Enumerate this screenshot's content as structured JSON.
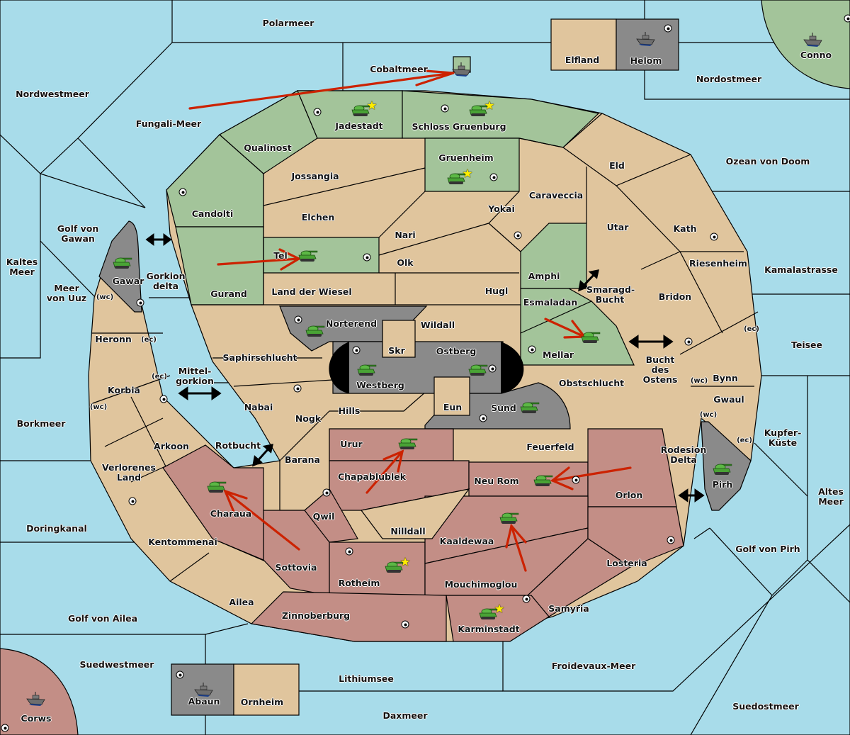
{
  "map": {
    "colors": {
      "sea": "#a8dcea",
      "neutral": "#e0c59d",
      "green_power": "#a3c49a",
      "red_power": "#c38e86",
      "gray_power": "#8a8a8a",
      "order_arrow": "#cc2200"
    },
    "sea_regions": [
      {
        "id": "polarmeer",
        "label": "Polarmeer"
      },
      {
        "id": "cobaltmeer",
        "label": "Cobaltmeer"
      },
      {
        "id": "nordwestmeer",
        "label": "Nordwestmeer"
      },
      {
        "id": "fungali-meer",
        "label": "Fungali-Meer"
      },
      {
        "id": "nordostmeer",
        "label": "Nordostmeer"
      },
      {
        "id": "ozean-von-doom",
        "label": "Ozean von Doom"
      },
      {
        "id": "golf-von-gawan",
        "label": "Golf von Gawan"
      },
      {
        "id": "kaltes-meer",
        "label": "Kaltes Meer"
      },
      {
        "id": "meer-von-uuz",
        "label": "Meer von Uuz"
      },
      {
        "id": "gorkion-delta",
        "label": "Gorkion delta"
      },
      {
        "id": "mittel-gorkion",
        "label": "Mittel-gorkion"
      },
      {
        "id": "rotbucht",
        "label": "Rotbucht"
      },
      {
        "id": "smaragd-bucht",
        "label": "Smaragd-Bucht"
      },
      {
        "id": "bucht-des-ostens",
        "label": "Bucht des Ostens"
      },
      {
        "id": "kamalastrasse",
        "label": "Kamalastrasse"
      },
      {
        "id": "teisee",
        "label": "Teisee"
      },
      {
        "id": "kupfer-kueste",
        "label": "Kupfer-Küste"
      },
      {
        "id": "altes-meer",
        "label": "Altes Meer"
      },
      {
        "id": "rodesion-delta",
        "label": "Rodesion Delta"
      },
      {
        "id": "golf-von-pirh",
        "label": "Golf von Pirh"
      },
      {
        "id": "borkmeer",
        "label": "Borkmeer"
      },
      {
        "id": "doringkanal",
        "label": "Doringkanal"
      },
      {
        "id": "golf-von-ailea",
        "label": "Golf von Ailea"
      },
      {
        "id": "suedwestmeer",
        "label": "Suedwestmeer"
      },
      {
        "id": "lithiumsee",
        "label": "Lithiumsee"
      },
      {
        "id": "daxmeer",
        "label": "Daxmeer"
      },
      {
        "id": "froidevaux-meer",
        "label": "Froidevaux-Meer"
      },
      {
        "id": "suedostmeer",
        "label": "Suedostmeer"
      }
    ],
    "land_regions": [
      {
        "id": "jadestadt",
        "label": "Jadestadt",
        "owner": "green"
      },
      {
        "id": "schloss-gruenburg",
        "label": "Schloss Gruenburg",
        "owner": "green"
      },
      {
        "id": "gruenheim",
        "label": "Gruenheim",
        "owner": "green"
      },
      {
        "id": "qualinost",
        "label": "Qualinost",
        "owner": "green"
      },
      {
        "id": "candolti",
        "label": "Candolti",
        "owner": "green"
      },
      {
        "id": "gurand",
        "label": "Gurand",
        "owner": "green"
      },
      {
        "id": "tel",
        "label": "Tel",
        "owner": "green"
      },
      {
        "id": "amphi",
        "label": "Amphi",
        "owner": "green"
      },
      {
        "id": "esmaladan",
        "label": "Esmaladan",
        "owner": "green"
      },
      {
        "id": "mellar",
        "label": "Mellar",
        "owner": "green"
      },
      {
        "id": "conno",
        "label": "Conno",
        "owner": "green"
      },
      {
        "id": "jossangia",
        "label": "Jossangia",
        "owner": "neutral"
      },
      {
        "id": "elchen",
        "label": "Elchen",
        "owner": "neutral"
      },
      {
        "id": "nari",
        "label": "Nari",
        "owner": "neutral"
      },
      {
        "id": "olk",
        "label": "Olk",
        "owner": "neutral"
      },
      {
        "id": "yokai",
        "label": "Yokai",
        "owner": "neutral"
      },
      {
        "id": "caraveccia",
        "label": "Caraveccia",
        "owner": "neutral"
      },
      {
        "id": "eld",
        "label": "Eld",
        "owner": "neutral"
      },
      {
        "id": "utar",
        "label": "Utar",
        "owner": "neutral"
      },
      {
        "id": "kath",
        "label": "Kath",
        "owner": "neutral"
      },
      {
        "id": "riesenheim",
        "label": "Riesenheim",
        "owner": "neutral"
      },
      {
        "id": "bridon",
        "label": "Bridon",
        "owner": "neutral"
      },
      {
        "id": "bynn",
        "label": "Bynn",
        "owner": "neutral"
      },
      {
        "id": "gwaul",
        "label": "Gwaul",
        "owner": "neutral"
      },
      {
        "id": "hugl",
        "label": "Hugl",
        "owner": "neutral"
      },
      {
        "id": "land-der-wiesel",
        "label": "Land der Wiesel",
        "owner": "neutral"
      },
      {
        "id": "wildall",
        "label": "Wildall",
        "owner": "neutral"
      },
      {
        "id": "skr",
        "label": "Skr",
        "owner": "neutral"
      },
      {
        "id": "eun",
        "label": "Eun",
        "owner": "neutral"
      },
      {
        "id": "saphirschlucht",
        "label": "Saphirschlucht",
        "owner": "neutral"
      },
      {
        "id": "nabai",
        "label": "Nabai",
        "owner": "neutral"
      },
      {
        "id": "nogk",
        "label": "Nogk",
        "owner": "neutral"
      },
      {
        "id": "hills",
        "label": "Hills",
        "owner": "neutral"
      },
      {
        "id": "barana",
        "label": "Barana",
        "owner": "neutral"
      },
      {
        "id": "obstschlucht",
        "label": "Obstschlucht",
        "owner": "neutral"
      },
      {
        "id": "feuerfeld",
        "label": "Feuerfeld",
        "owner": "neutral"
      },
      {
        "id": "nilldall",
        "label": "Nilldall",
        "owner": "neutral"
      },
      {
        "id": "heronn",
        "label": "Heronn",
        "owner": "neutral"
      },
      {
        "id": "korbia",
        "label": "Korbia",
        "owner": "neutral"
      },
      {
        "id": "arkoon",
        "label": "Arkoon",
        "owner": "neutral"
      },
      {
        "id": "verlorenes-land",
        "label": "Verlorenes Land",
        "owner": "neutral"
      },
      {
        "id": "kentommenai",
        "label": "Kentommenai",
        "owner": "neutral"
      },
      {
        "id": "ailea",
        "label": "Ailea",
        "owner": "neutral"
      },
      {
        "id": "elfland",
        "label": "Elfland",
        "owner": "neutral"
      },
      {
        "id": "ornheim",
        "label": "Ornheim",
        "owner": "neutral"
      },
      {
        "id": "norterend",
        "label": "Norterend",
        "owner": "gray"
      },
      {
        "id": "westberg",
        "label": "Westberg",
        "owner": "gray"
      },
      {
        "id": "ostberg",
        "label": "Ostberg",
        "owner": "gray"
      },
      {
        "id": "sund",
        "label": "Sund",
        "owner": "gray"
      },
      {
        "id": "gawar",
        "label": "Gawar",
        "owner": "gray"
      },
      {
        "id": "pirh",
        "label": "Pirh",
        "owner": "gray"
      },
      {
        "id": "helom",
        "label": "Helom",
        "owner": "gray"
      },
      {
        "id": "abaun",
        "label": "Abaun",
        "owner": "gray"
      },
      {
        "id": "urur",
        "label": "Urur",
        "owner": "red"
      },
      {
        "id": "chapablublek",
        "label": "Chapablublek",
        "owner": "red"
      },
      {
        "id": "neu-rom",
        "label": "Neu Rom",
        "owner": "red"
      },
      {
        "id": "orlon",
        "label": "Orlon",
        "owner": "red"
      },
      {
        "id": "charaua",
        "label": "Charaua",
        "owner": "red"
      },
      {
        "id": "qwil",
        "label": "Qwil",
        "owner": "red"
      },
      {
        "id": "sottovia",
        "label": "Sottovia",
        "owner": "red"
      },
      {
        "id": "rotheim",
        "label": "Rotheim",
        "owner": "red"
      },
      {
        "id": "kaaldewaa",
        "label": "Kaaldewaa",
        "owner": "red"
      },
      {
        "id": "mouchimoglou",
        "label": "Mouchimoglou",
        "owner": "red"
      },
      {
        "id": "losteria",
        "label": "Losteria",
        "owner": "red"
      },
      {
        "id": "samyria",
        "label": "Samyria",
        "owner": "red"
      },
      {
        "id": "zinnoberburg",
        "label": "Zinnoberburg",
        "owner": "red"
      },
      {
        "id": "karminstadt",
        "label": "Karminstadt",
        "owner": "red"
      },
      {
        "id": "corws",
        "label": "Corws",
        "owner": "red"
      }
    ],
    "coast_labels": {
      "wc": "(wc)",
      "ec": "(ec)"
    },
    "units": [
      {
        "type": "army",
        "region": "Jadestadt",
        "home": true
      },
      {
        "type": "army",
        "region": "Schloss Gruenburg",
        "home": true
      },
      {
        "type": "army",
        "region": "Gruenheim",
        "home": true
      },
      {
        "type": "army",
        "region": "Tel"
      },
      {
        "type": "army",
        "region": "Mellar"
      },
      {
        "type": "army",
        "region": "Gawar"
      },
      {
        "type": "army",
        "region": "Norterend"
      },
      {
        "type": "army",
        "region": "Westberg"
      },
      {
        "type": "army",
        "region": "Ostberg"
      },
      {
        "type": "army",
        "region": "Sund"
      },
      {
        "type": "army",
        "region": "Pirh"
      },
      {
        "type": "army",
        "region": "Urur"
      },
      {
        "type": "army",
        "region": "Neu Rom"
      },
      {
        "type": "army",
        "region": "Charaua"
      },
      {
        "type": "army",
        "region": "Kaaldewaa"
      },
      {
        "type": "army",
        "region": "Rotheim",
        "home": true
      },
      {
        "type": "army",
        "region": "Karminstadt",
        "home": true
      },
      {
        "type": "fleet",
        "region": "Cobaltmeer"
      },
      {
        "type": "fleet",
        "region": "Helom"
      },
      {
        "type": "fleet",
        "region": "Conno"
      },
      {
        "type": "fleet",
        "region": "Abaun"
      },
      {
        "type": "fleet",
        "region": "Corws"
      }
    ],
    "orders": [
      {
        "from": "Fungali-Meer",
        "to": "Cobaltmeer"
      },
      {
        "from": "Gurand",
        "to": "Tel"
      },
      {
        "from": "Esmaladan",
        "to": "Mellar"
      },
      {
        "from": "Chapablublek",
        "to": "Urur"
      },
      {
        "from": "Orlon",
        "to": "Neu Rom"
      },
      {
        "from": "Sottovia",
        "to": "Charaua"
      },
      {
        "from": "Mouchimoglou",
        "to": "Kaaldewaa"
      }
    ]
  }
}
